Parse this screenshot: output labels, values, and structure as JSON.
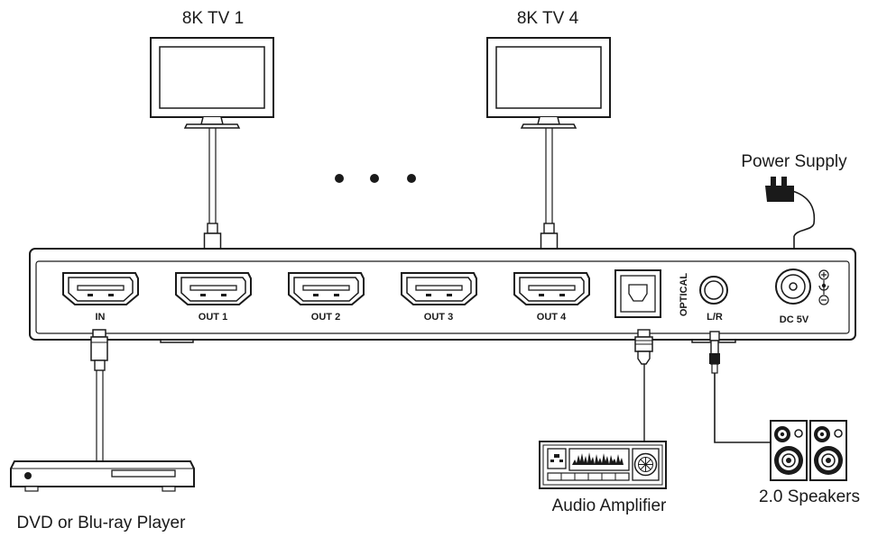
{
  "labels": {
    "tv1": "8K TV 1",
    "tv4": "8K TV 4",
    "power_supply": "Power Supply",
    "source": "DVD or Blu-ray Player",
    "amplifier": "Audio Amplifier",
    "speakers": "2.0 Speakers"
  },
  "ports": {
    "in": "IN",
    "out1": "OUT 1",
    "out2": "OUT 2",
    "out3": "OUT 3",
    "out4": "OUT 4",
    "optical": "OPTICAL",
    "lr": "L/R",
    "dc": "DC 5V"
  },
  "colors": {
    "line": "#1a1a1a",
    "fill": "#ffffff"
  },
  "icons": [
    "tv-icon",
    "hdmi-port-icon",
    "hdmi-connector-icon",
    "optical-port-icon",
    "audio-jack-icon",
    "dc-jack-icon",
    "power-adapter-icon",
    "dvd-player-icon",
    "amplifier-icon",
    "speaker-icon",
    "polarity-icon"
  ]
}
